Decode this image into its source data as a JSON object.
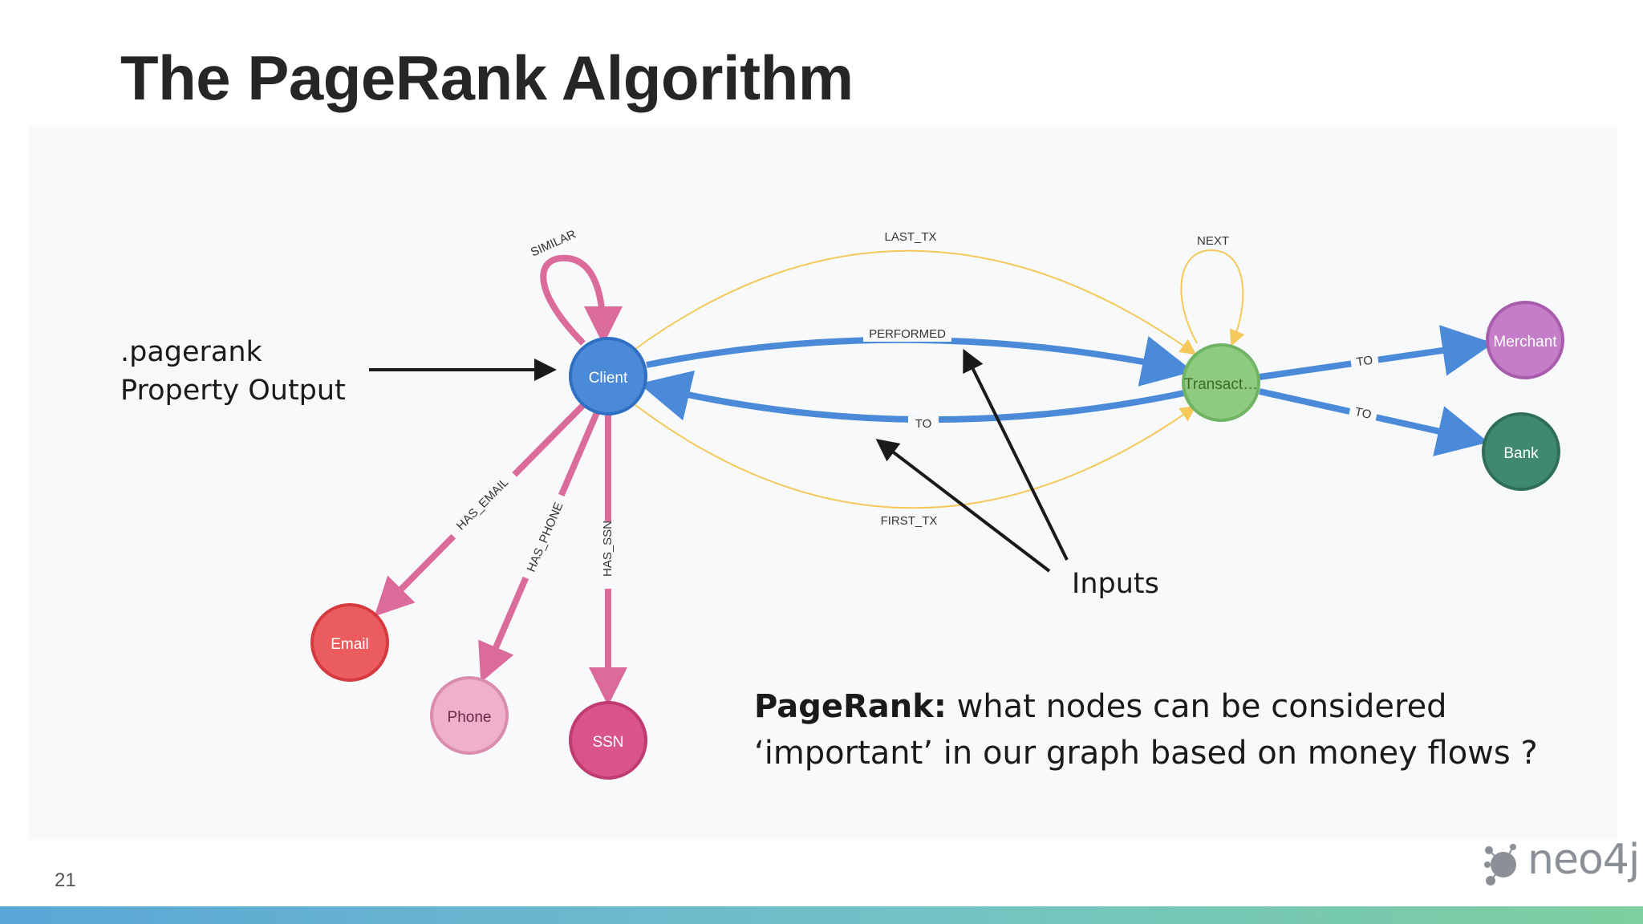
{
  "slide": {
    "title": "The PageRank Algorithm",
    "page_number": "21",
    "logo_text": "neo4j"
  },
  "callouts": {
    "output_line1": ".pagerank",
    "output_line2": "Property Output",
    "inputs": "Inputs"
  },
  "summary": {
    "bold": "PageRank:",
    "rest": " what nodes can be considered ‘important’ in our graph based on money flows ?"
  },
  "nodes": {
    "client": "Client",
    "transaction": "Transact…",
    "merchant": "Merchant",
    "bank": "Bank",
    "email": "Email",
    "phone": "Phone",
    "ssn": "SSN"
  },
  "edges": {
    "similar": "SIMILAR",
    "last_tx": "LAST_TX",
    "next": "NEXT",
    "performed": "PERFORMED",
    "to_client": "TO",
    "first_tx": "FIRST_TX",
    "to_merchant": "TO",
    "to_bank": "TO",
    "has_email": "HAS_EMAIL",
    "has_phone": "HAS_PHONE",
    "has_ssn": "HAS_SSN"
  },
  "colors": {
    "client": "#4a8ad8",
    "transaction": "#8ecb7e",
    "merchant": "#c47ec7",
    "bank": "#3f8a6e",
    "email": "#eb5c5e",
    "phone": "#eeb0cb",
    "ssn": "#d9548a",
    "blue_edge": "#4a8ad8",
    "pink_edge": "#db6b9a",
    "yellow_edge": "#f5c85a"
  }
}
